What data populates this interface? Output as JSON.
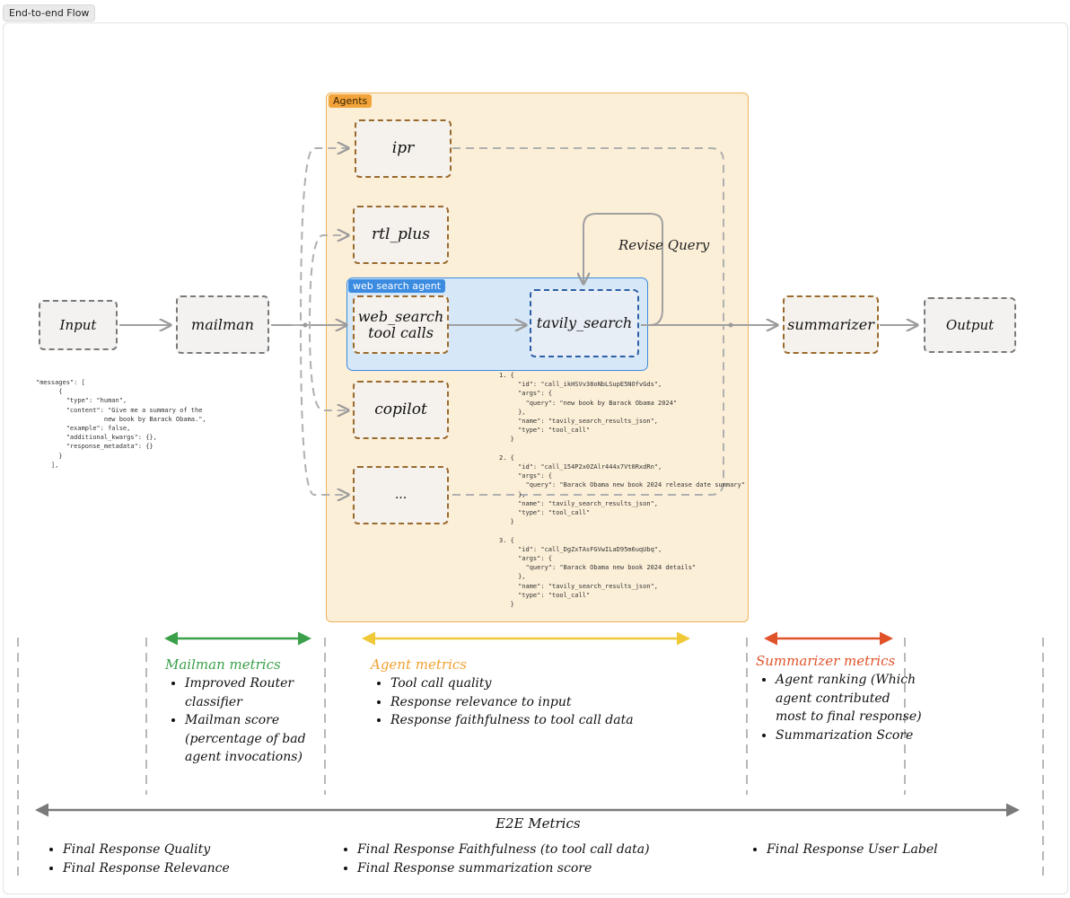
{
  "tab_title": "End-to-end Flow",
  "nodes": {
    "input": "Input",
    "mailman": "mailman",
    "ipr": "ipr",
    "rtl_plus": "rtl_plus",
    "web_search": "web_search\ntool calls",
    "tavily_search": "tavily_search",
    "copilot": "copilot",
    "more": "...",
    "summarizer": "summarizer",
    "output": "Output"
  },
  "groups": {
    "agents": "Agents",
    "web_search_agent": "web search agent"
  },
  "revise_query_label": "Revise Query",
  "input_example": "\"messages\": [\n      {\n        \"type\": \"human\",\n        \"content\": \"Give me a summary of the\n                  new book by Barack Obama.\",\n        \"example\": false,\n        \"additional_kwargs\": {},\n        \"response_metadata\": {}\n      }\n    ],",
  "tool_calls": "1. {\n     \"id\": \"call_ikHSVv38oNbLSupE5NOfvGds\",\n     \"args\": {\n       \"query\": \"new book by Barack Obama 2024\"\n     },\n     \"name\": \"tavily_search_results_json\",\n     \"type\": \"tool_call\"\n   }\n\n2. {\n     \"id\": \"call_154P2x0ZAlr444x7Vt0RxdRn\",\n     \"args\": {\n       \"query\": \"Barack Obama new book 2024 release date summary\"\n     },\n     \"name\": \"tavily_search_results_json\",\n     \"type\": \"tool_call\"\n   }\n\n3. {\n     \"id\": \"call_DgZxTAsFGVwILaD95m6uqUbq\",\n     \"args\": {\n       \"query\": \"Barack Obama new book 2024 details\"\n     },\n     \"name\": \"tavily_search_results_json\",\n     \"type\": \"tool_call\"\n   }",
  "metrics": {
    "mailman": {
      "title": "Mailman metrics",
      "color": "#3aa04a",
      "items": [
        "Improved Router classifier",
        "Mailman score (percentage of bad agent invocations)"
      ]
    },
    "agent": {
      "title": "Agent metrics",
      "color": "#f0a030",
      "items": [
        "Tool call quality",
        "Response relevance to input",
        "Response faithfulness to tool call data"
      ]
    },
    "summarizer": {
      "title": "Summarizer metrics",
      "color": "#e0532a",
      "items": [
        "Agent ranking (Which agent contributed most to final response)",
        "Summarization Score"
      ]
    },
    "e2e": {
      "title": "E2E Metrics",
      "col1": [
        "Final Response Quality",
        "Final Response Relevance"
      ],
      "col2": [
        "Final Response Faithfulness (to tool call data)",
        "Final Response summarization score"
      ],
      "col3": [
        "Final Response User Label"
      ]
    }
  },
  "colors": {
    "agents_fill": "#fcefd8",
    "agents_border": "#f0b45a",
    "web_search_fill": "#d6e8f8",
    "web_search_border": "#3b8be0",
    "mailman_green": "#3aa04a",
    "agent_yellow": "#f0c838",
    "summarizer_red": "#e0532a"
  }
}
